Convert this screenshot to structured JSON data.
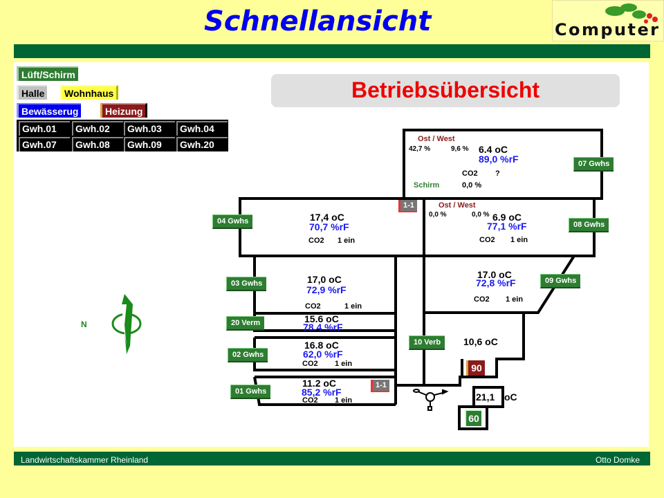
{
  "header": {
    "title": "Schnellansicht",
    "logo_text": "Computer"
  },
  "nav": {
    "lueft": "Lüft/Schirm",
    "halle": "Halle",
    "wohnhaus": "Wohnhaus",
    "bewaesserung": "Bewässerug",
    "heizung": "Heizung",
    "gwh": [
      "Gwh.01",
      "Gwh.02",
      "Gwh.03",
      "Gwh.04",
      "Gwh.07",
      "Gwh.08",
      "Gwh.09",
      "Gwh.20"
    ]
  },
  "main": {
    "title": "Betriebsübersicht",
    "north": "N"
  },
  "rooms": {
    "g07": {
      "label": "07 Gwhs",
      "ow": "Ost  / West",
      "ost": "42,7 %",
      "west": "9,6 %",
      "temp": "6.4 oC",
      "hum": "89,0 %rF",
      "co2": "CO2",
      "co2_val": "?",
      "schirm": "Schirm",
      "schirm_val": "0,0 %"
    },
    "g08": {
      "label": "08 Gwhs",
      "ow": "Ost  / West",
      "ost": "0,0 %",
      "west": "0,0 %",
      "temp": "6.9 oC",
      "hum": "77,1 %rF",
      "co2": "CO2",
      "co2_val": "1 ein"
    },
    "g04": {
      "label": "04 Gwhs",
      "temp": "17,4 oC",
      "hum": "70,7 %rF",
      "co2": "CO2",
      "co2_val": "1 ein",
      "badge": "1-1"
    },
    "g03": {
      "label": "03 Gwhs",
      "temp": "17,0 oC",
      "hum": "72,9 %rF",
      "co2": "CO2",
      "co2_val": "1 ein"
    },
    "g09": {
      "label": "09 Gwhs",
      "temp": "17.0 oC",
      "hum": "72,8 %rF",
      "co2": "CO2",
      "co2_val": "1 ein"
    },
    "v20": {
      "label": "20 Verm",
      "temp": "15.6 oC",
      "hum": "78.4 %rF"
    },
    "g02": {
      "label": "02 Gwhs",
      "temp": "16.8 oC",
      "hum": "62,0 %rF",
      "co2": "CO2",
      "co2_val": "1 ein"
    },
    "g01": {
      "label": "01 Gwhs",
      "temp": "11.2 oC",
      "hum": "85,2 %rF",
      "co2": "CO2",
      "co2_val": "1 ein",
      "badge": "1-1"
    },
    "v10": {
      "label": "10 Verb",
      "temp": "10,6 oC"
    },
    "heat": {
      "value": "90"
    },
    "outside": {
      "temp": "21,1",
      "unit": "oC",
      "value": "60"
    }
  },
  "footer": {
    "left": "Landwirtschaftskammer Rheinland",
    "right": "Otto Domke"
  }
}
